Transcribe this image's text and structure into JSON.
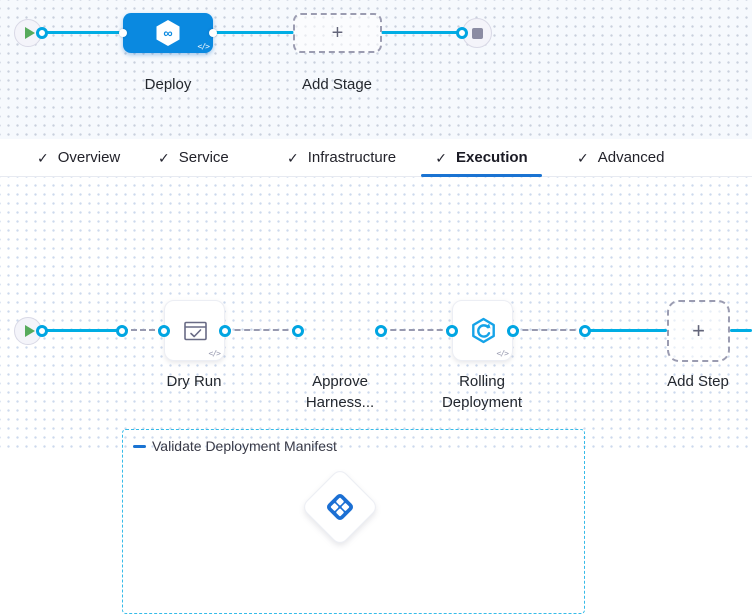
{
  "icons": {
    "check": "✓",
    "plus": "+",
    "code": "</>",
    "infinity": "∞"
  },
  "stage_pipeline": {
    "deploy_label": "Deploy",
    "add_stage_label": "Add Stage"
  },
  "tabs": [
    {
      "label": "Overview",
      "active": false
    },
    {
      "label": "Service",
      "active": false
    },
    {
      "label": "Infrastructure",
      "active": false
    },
    {
      "label": "Execution",
      "active": true
    },
    {
      "label": "Advanced",
      "active": false
    }
  ],
  "execution_graph": {
    "group_label": "Validate Deployment Manifest",
    "steps": [
      {
        "label": "Dry Run",
        "icon": "dry-run-icon"
      },
      {
        "label": "Approve Harness...",
        "icon": "approval-icon"
      },
      {
        "label": "Rolling Deployment",
        "icon": "rolling-deployment-icon"
      }
    ],
    "add_step_label": "Add Step"
  },
  "colors": {
    "node_blue": "#0a89e0",
    "line_cyan": "#00ade4",
    "tab_underline": "#1a73d2",
    "group_border": "#35bbe8",
    "play_green": "#57ab5c"
  }
}
